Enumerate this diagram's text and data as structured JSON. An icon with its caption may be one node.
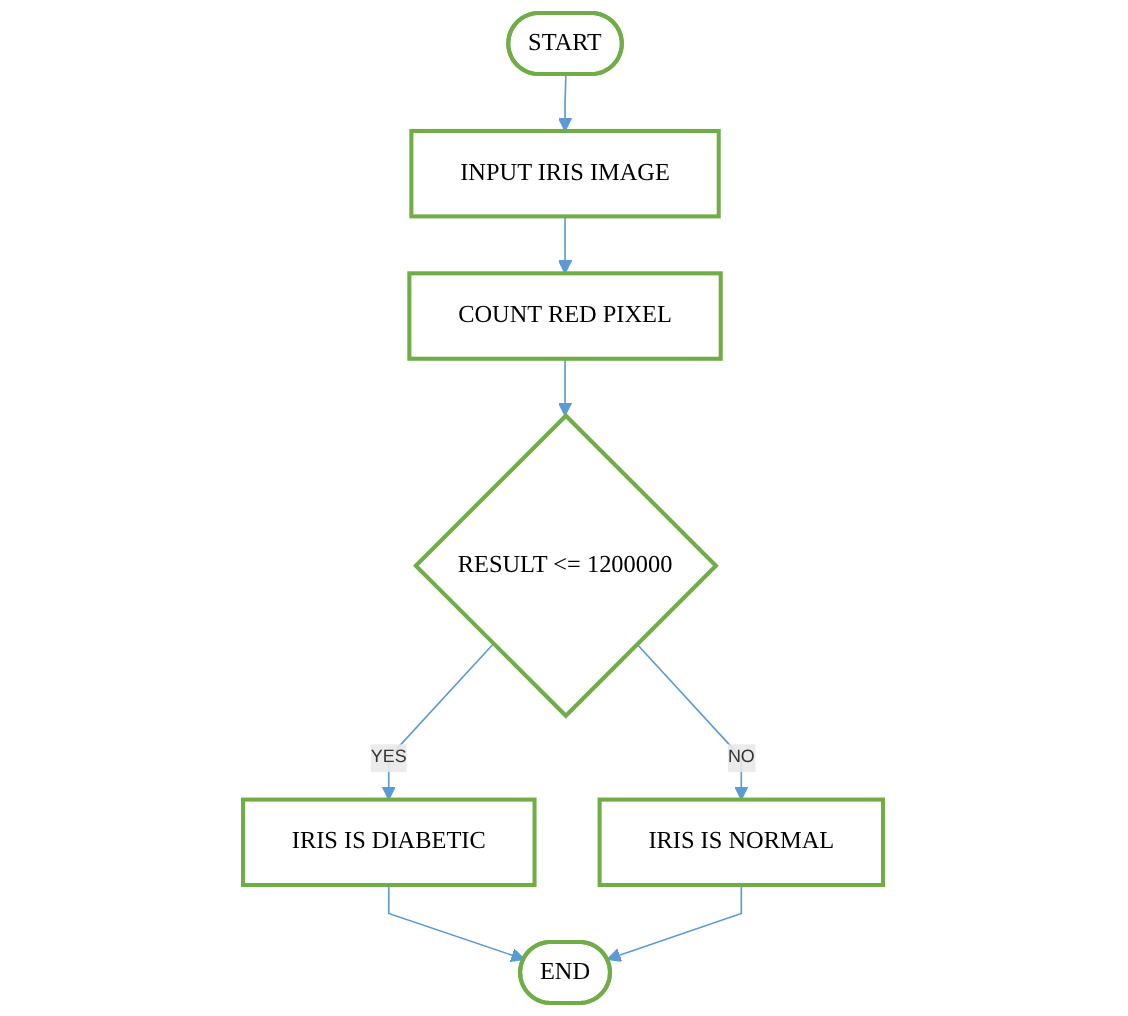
{
  "diagram": {
    "nodes": [
      {
        "text": [
          "START"
        ]
      },
      {
        "text": [
          "INPUT IRIS IMAGE"
        ]
      },
      {
        "text": [
          "COUNT RED PIXEL"
        ]
      },
      {
        "text": [
          "RESULT <= 1200000"
        ]
      },
      {
        "text": [
          "IRIS IS DIABETIC"
        ]
      },
      {
        "text": [
          "IRIS IS NORMAL"
        ]
      },
      {
        "text": [
          "END"
        ]
      }
    ],
    "edges": [
      {
        "from": 0,
        "to": 1,
        "arrow": "to"
      },
      {
        "from": 1,
        "to": 2,
        "arrow": "to"
      },
      {
        "from": 2,
        "to": 3,
        "arrow": "to"
      },
      {
        "from": 3,
        "to": 4,
        "arrow": "to",
        "label": "YES"
      },
      {
        "from": 3,
        "to": 5,
        "arrow": "to",
        "label": "NO"
      },
      {
        "from": 4,
        "to": 6,
        "arrow": "to"
      },
      {
        "from": 5,
        "to": 6,
        "arrow": "to"
      }
    ]
  }
}
